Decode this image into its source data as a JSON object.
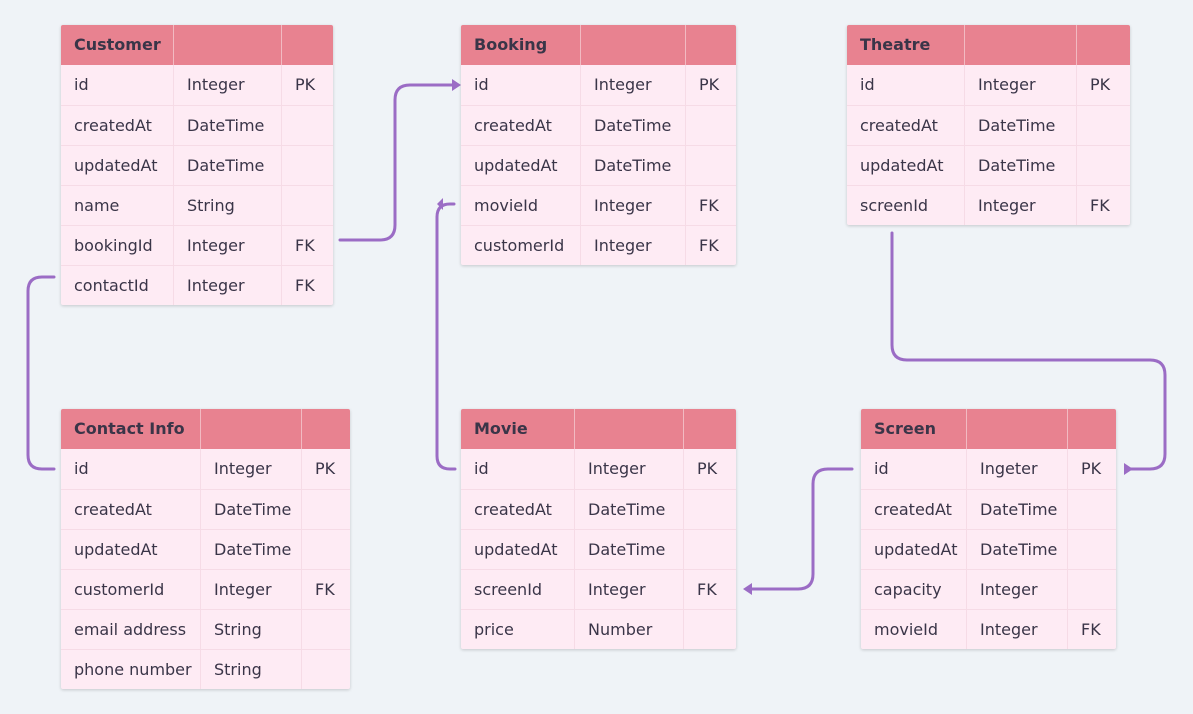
{
  "colors": {
    "header": "#e88290",
    "body": "#feebf4",
    "connector": "#9b6cc5",
    "background": "#eff3f7"
  },
  "entities": {
    "customer": {
      "title": "Customer",
      "rows": [
        [
          "id",
          "Integer",
          "PK"
        ],
        [
          "createdAt",
          "DateTime",
          ""
        ],
        [
          "updatedAt",
          "DateTime",
          ""
        ],
        [
          "name",
          "String",
          ""
        ],
        [
          "bookingId",
          "Integer",
          "FK"
        ],
        [
          "contactId",
          "Integer",
          "FK"
        ]
      ]
    },
    "booking": {
      "title": "Booking",
      "rows": [
        [
          "id",
          "Integer",
          "PK"
        ],
        [
          "createdAt",
          "DateTime",
          ""
        ],
        [
          "updatedAt",
          "DateTime",
          ""
        ],
        [
          "movieId",
          "Integer",
          "FK"
        ],
        [
          "customerId",
          "Integer",
          "FK"
        ]
      ]
    },
    "theatre": {
      "title": "Theatre",
      "rows": [
        [
          "id",
          "Integer",
          "PK"
        ],
        [
          "createdAt",
          "DateTime",
          ""
        ],
        [
          "updatedAt",
          "DateTime",
          ""
        ],
        [
          "screenId",
          "Integer",
          "FK"
        ]
      ]
    },
    "contact_info": {
      "title": "Contact Info",
      "rows": [
        [
          "id",
          "Integer",
          "PK"
        ],
        [
          "createdAt",
          "DateTime",
          ""
        ],
        [
          "updatedAt",
          "DateTime",
          ""
        ],
        [
          "customerId",
          "Integer",
          "FK"
        ],
        [
          "email address",
          "String",
          ""
        ],
        [
          "phone number",
          "String",
          ""
        ]
      ]
    },
    "movie": {
      "title": "Movie",
      "rows": [
        [
          "id",
          "Integer",
          "PK"
        ],
        [
          "createdAt",
          "DateTime",
          ""
        ],
        [
          "updatedAt",
          "DateTime",
          ""
        ],
        [
          "screenId",
          "Integer",
          "FK"
        ],
        [
          "price",
          "Number",
          ""
        ]
      ]
    },
    "screen": {
      "title": "Screen",
      "rows": [
        [
          "id",
          "Ingeter",
          "PK"
        ],
        [
          "createdAt",
          "DateTime",
          ""
        ],
        [
          "updatedAt",
          "DateTime",
          ""
        ],
        [
          "capacity",
          "Integer",
          ""
        ],
        [
          "movieId",
          "Integer",
          "FK"
        ]
      ]
    }
  }
}
